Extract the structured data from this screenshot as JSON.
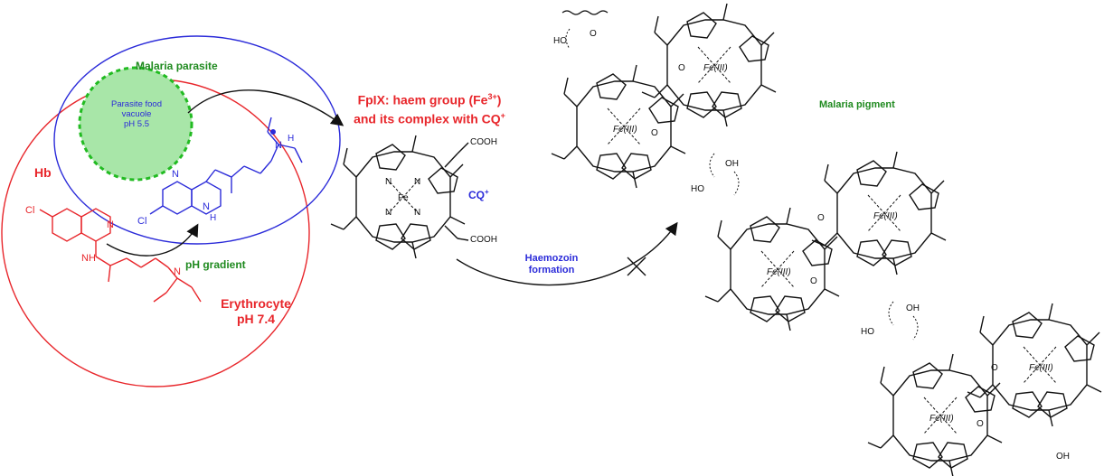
{
  "colors": {
    "red": "#e8262b",
    "blue": "#2b2bd9",
    "green": "#1f8a1f",
    "vacuole_fill": "#a8e6a8",
    "vacuole_stroke": "#22bb22",
    "black": "#111111"
  },
  "labels": {
    "malaria_parasite": "Malaria parasite",
    "vacuole_line1": "Parasite food",
    "vacuole_line2": "vacuole",
    "vacuole_line3": "pH 5.5",
    "hb": "Hb",
    "ph_gradient": "pH gradient",
    "erythrocyte_line1": "Erythrocyte",
    "erythrocyte_line2": "pH 7.4",
    "fpix_line1": "FpIX: haem group (Fe",
    "fpix_sup": "3+",
    "fpix_close": ")",
    "fpix_line2": "and its complex with CQ",
    "fpix_line2_sup": "+",
    "cq": "CQ",
    "cq_sup": "+",
    "haemozoin_line1": "Haemozoin",
    "haemozoin_line2": "formation",
    "malaria_pigment": "Malaria pigment"
  },
  "chem": {
    "atom_n": "N",
    "atom_h": "H",
    "atom_cl": "Cl",
    "atom_nh": "NH",
    "atom_fe": "Fe",
    "fe3": "Fe(III)",
    "cooh": "COOH",
    "atom_o": "O",
    "atom_ho": "HO",
    "atom_oh": "OH"
  }
}
